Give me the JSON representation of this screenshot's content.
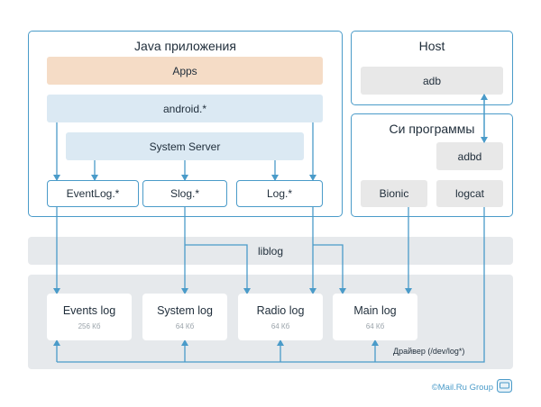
{
  "java": {
    "title": "Java приложения",
    "apps": "Apps",
    "android": "android.*",
    "system_server": "System Server",
    "eventlog": "EventLog.*",
    "slog": "Slog.*",
    "log": "Log.*"
  },
  "host": {
    "title": "Host",
    "adb": "adb"
  },
  "native": {
    "title": "Си программы",
    "adbd": "adbd",
    "bionic": "Bionic",
    "logcat": "logcat"
  },
  "liblog": "liblog",
  "buffers": [
    {
      "name": "Events log",
      "size": "256 Кб"
    },
    {
      "name": "System log",
      "size": "64 Кб"
    },
    {
      "name": "Radio log",
      "size": "64 Кб"
    },
    {
      "name": "Main log",
      "size": "64 Кб"
    }
  ],
  "driver_label": "Драйвер (/dev/log*)",
  "brand": "©Mail.Ru Group",
  "colors": {
    "accent": "#4a9bc9",
    "apps_fill": "#f5dcc6",
    "layer_fill": "#dbe9f3",
    "neutral_fill": "#e6e9ec"
  }
}
